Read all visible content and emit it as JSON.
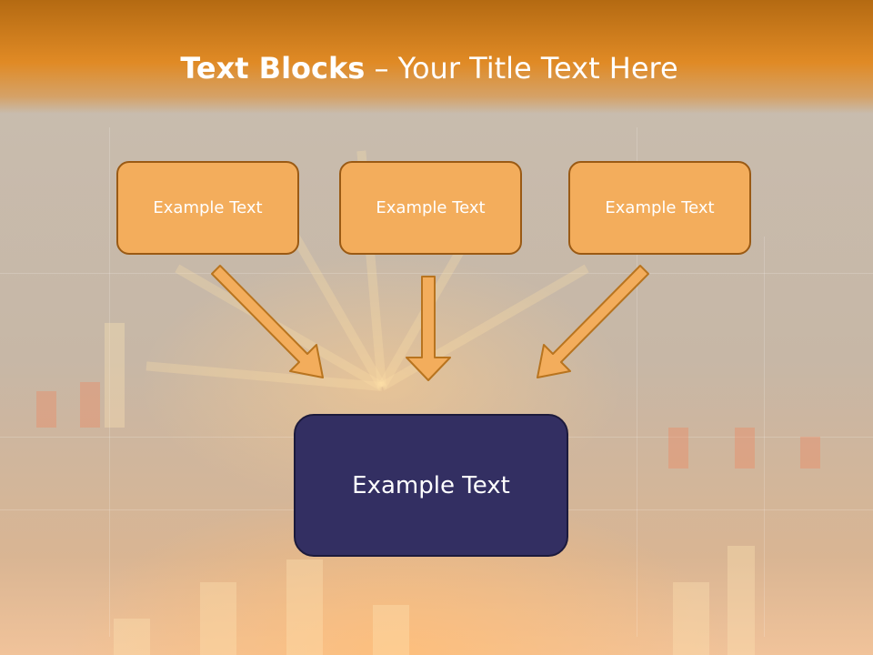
{
  "slide": {
    "title_bold": "Text Blocks",
    "title_separator": " – ",
    "title_rest": "Your Title Text Here"
  },
  "boxes": [
    {
      "label": "Example Text"
    },
    {
      "label": "Example Text"
    },
    {
      "label": "Example Text"
    }
  ],
  "main_box": {
    "label": "Example Text"
  },
  "colors": {
    "header": "#e08a25",
    "box_fill": "#f3ad5c",
    "box_border": "#9a5a14",
    "main_fill": "#332f62",
    "arrow_fill": "#f3ad5c",
    "text": "#ffffff"
  }
}
